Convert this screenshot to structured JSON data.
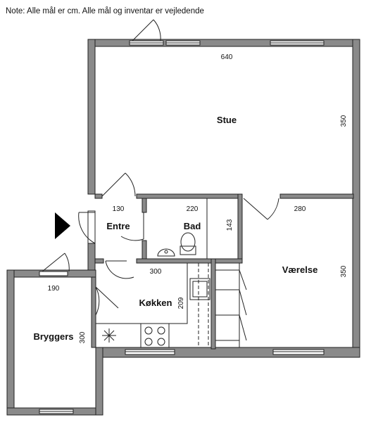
{
  "note": "Note: Alle mål er cm. Alle mål og inventar er vejledende",
  "rooms": {
    "stue": "Stue",
    "entre": "Entre",
    "bad": "Bad",
    "vaerelse": "Værelse",
    "koekken": "Køkken",
    "bryggers": "Bryggers"
  },
  "dimensions": {
    "stue_width": "640",
    "stue_height": "350",
    "entre_width": "130",
    "bad_width": "220",
    "bad_height": "143",
    "vaerelse_width": "280",
    "vaerelse_height": "350",
    "koekken_width": "300",
    "koekken_height": "209",
    "bryggers_width": "190",
    "bryggers_height": "300"
  }
}
